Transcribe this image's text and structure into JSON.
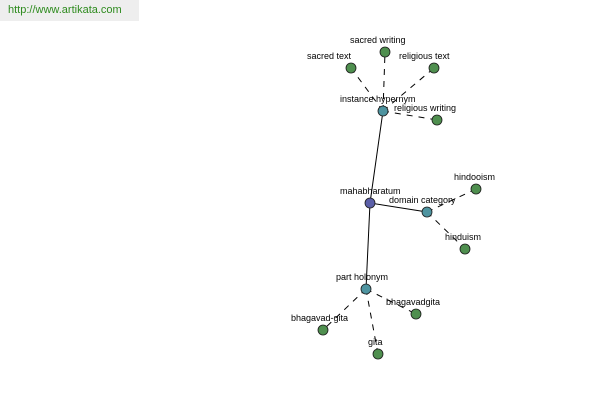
{
  "source_link": "http://www.artikata.com",
  "colors": {
    "root_node": "#5b5fa8",
    "relation_node": "#4e94a0",
    "leaf_node": "#4f8f4f",
    "edge": "#000000"
  },
  "nodes": {
    "root": "mahabharatum",
    "instance_hypernym": "instance hypernym",
    "domain_category": "domain category",
    "part_holonym": "part holonym",
    "sacred_writing": "sacred writing",
    "sacred_text": "sacred text",
    "religious_text": "religious text",
    "religious_writing": "religious writing",
    "hindooism": "hindooism",
    "hinduism": "hinduism",
    "bhagavadgita": "bhagavadgita",
    "bhagavad_gita": "bhagavad-gita",
    "gita": "gita"
  }
}
